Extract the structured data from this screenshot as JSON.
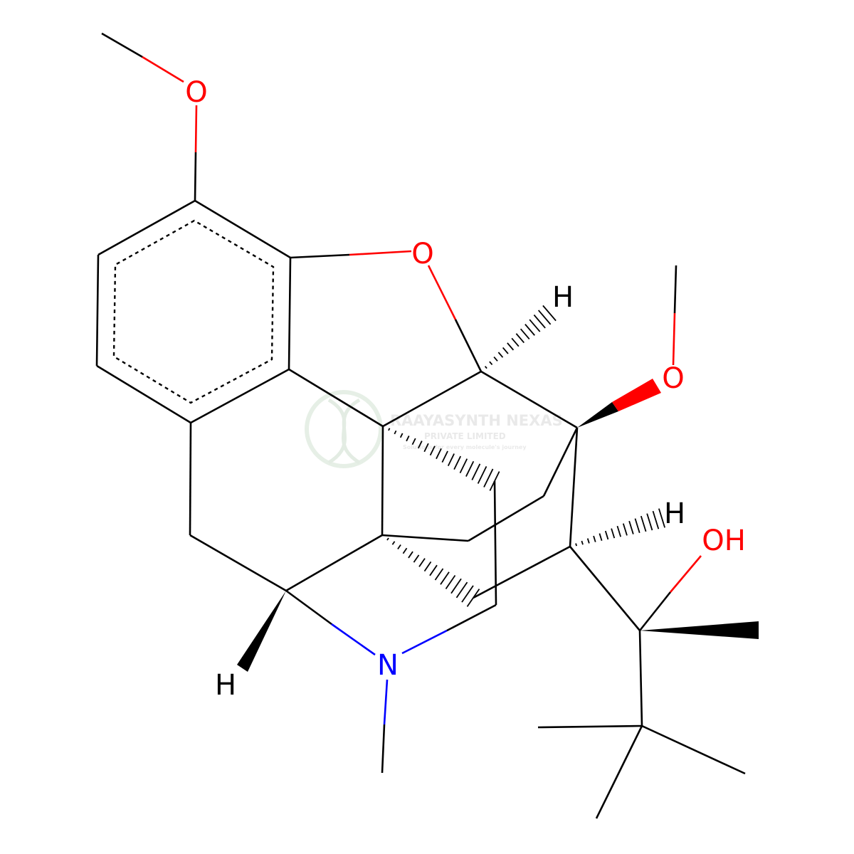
{
  "colors": {
    "bond": "#000000",
    "oxygen": "#ff0000",
    "nitrogen": "#0000ff",
    "hydrogen": "#000000",
    "watermark": "#cfd8cf"
  },
  "labels": {
    "o_methoxy_top": "O",
    "o_furan": "O",
    "o_methoxy_right": "O",
    "oh": "OH",
    "n": "N",
    "h_top": "H",
    "h_right": "H",
    "h_bottom": "H"
  },
  "watermark": {
    "line1": "RAAYASYNTH NEXAS",
    "line2": "PRIVATE LIMITED",
    "line3": "Solutions for every molecule's journey"
  }
}
